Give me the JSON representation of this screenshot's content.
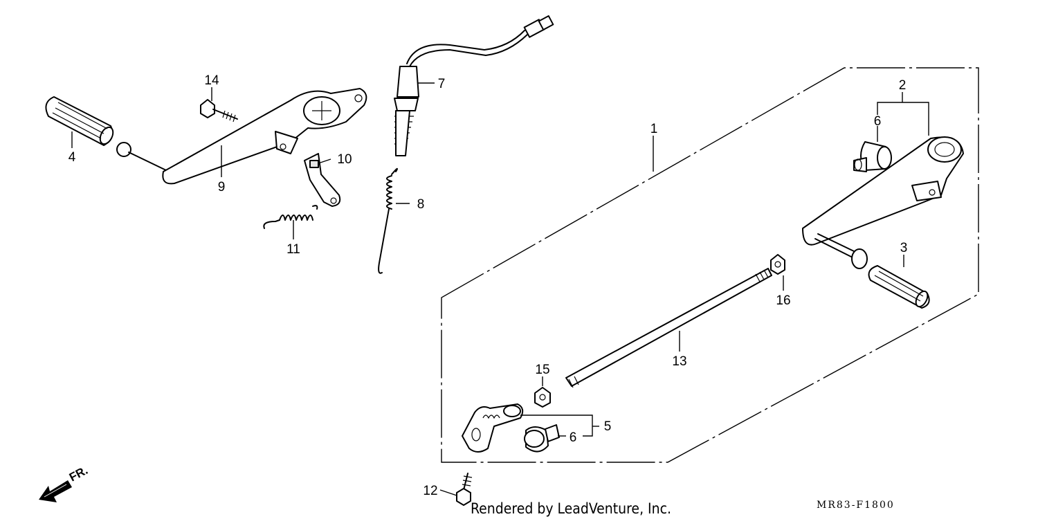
{
  "callouts": {
    "c1": "1",
    "c2": "2",
    "c3": "3",
    "c4": "4",
    "c5": "5",
    "c6a": "6",
    "c6b": "6",
    "c7": "7",
    "c8": "8",
    "c9": "9",
    "c10": "10",
    "c11": "11",
    "c12": "12",
    "c13": "13",
    "c14": "14",
    "c15": "15",
    "c16": "16"
  },
  "direction": {
    "label": "FR."
  },
  "footer": {
    "credit": "Rendered by LeadVenture, Inc."
  },
  "diagram_code": "MR83-F1800"
}
